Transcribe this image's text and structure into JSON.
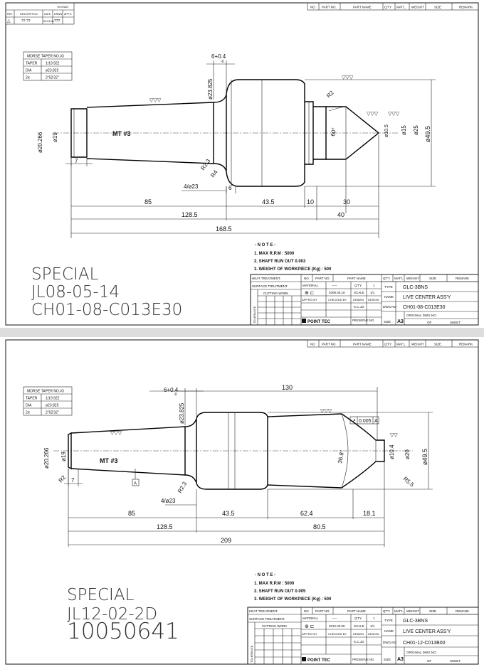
{
  "sheets": [
    {
      "header": {
        "col_no": "NO",
        "col_part_no": "PART NO.",
        "col_part_name": "PART NAME",
        "col_qty": "Q'TY",
        "col_mat": "MAT'L",
        "col_weight": "WEIGHT",
        "col_size": "SIZE",
        "col_remark": "REMARK"
      },
      "revision": {
        "col_rev": "REV",
        "col_desc": "DESCRIPTION",
        "col_date": "DATE",
        "col_drawn": "DRWN",
        "col_appd": "APP'D",
        "top_label": "'09 DWG",
        "row_rev": "△",
        "row_desc": "?? ??",
        "row_date": "09.01.01",
        "row_drawn": "???"
      },
      "taper": {
        "title": "MORSE TAPER NO.#3",
        "rows": [
          [
            "TAPER",
            "1/19.922"
          ],
          [
            "DIA",
            "ø23.825"
          ],
          [
            "2α",
            "2°52'32\""
          ]
        ]
      },
      "dims": {
        "d1": "6+0.4",
        "d1b": "-0",
        "d2": "ø23.825",
        "d3": "ø20.266",
        "d4": "ø19",
        "d5": "7",
        "d6": "R2.3",
        "d7": "R4",
        "d8": "4/ø23",
        "d9": "6",
        "d10": "R2",
        "d11": "60°",
        "d12": "ø10.5",
        "d13": "ø15",
        "d14": "ø25",
        "d15": "ø49.5",
        "mt": "MT #3"
      },
      "lengths": {
        "l1": "85",
        "l2": "43.5",
        "l3": "10",
        "l4": "30",
        "l5": "128.5",
        "l6": "40",
        "l7": "168.5"
      },
      "notes": {
        "title": "- N O T E -",
        "n1": "1. MAX R.P.M : 5000",
        "n2": "2. SHAFT RUN OUT 0.003",
        "n3": "3. WEIGHT OF WORKPIECE (Kg) : 500"
      },
      "special": {
        "l1": "SPECIAL",
        "l2": "JL08-05-14",
        "l3": "CH01-08-C013E30"
      },
      "title": {
        "heat": "HEAT TREATMENT.",
        "surface": "SURFACE TREATMENT.",
        "cutting": "CUTTING WORK",
        "material": "MATERIAL",
        "material_val": "-----",
        "date": "2008.05.15",
        "qty": "Q'TY",
        "qty_val": "1",
        "scale": "SCALE",
        "scale_val": "1/1",
        "type": "TYPE",
        "type_val": "GLC-3BNS",
        "name": "NAME",
        "name_val": "LIVE CENTER ASS'Y",
        "dwgno": "DWG.NO",
        "dwgno_val": "CH01-08-C013E30",
        "appd": "APP'R'D BY",
        "checked": "CHECKED BY",
        "drawn": "DRAWN",
        "design": "DESIGN",
        "kcjo": "K.C.JO",
        "preserve": "PRESERVE NO.",
        "size": "SIZE",
        "size_val": "A3",
        "orig": "ORIGINAL DWG.NO.",
        "of": "OF",
        "sheet": "SHEET",
        "logo": "POINT TEC",
        "side": "TOLERANCE"
      }
    },
    {
      "header": {
        "col_no": "NO",
        "col_part_no": "PART NO.",
        "col_part_name": "PART NAME",
        "col_qty": "Q'TY",
        "col_mat": "MAT'L",
        "col_weight": "WEIGHT",
        "col_size": "SIZE",
        "col_remark": "REMARK"
      },
      "taper": {
        "title": "MORSE TAPER NO.#3",
        "rows": [
          [
            "TAPER",
            "1/19.922"
          ],
          [
            "DIA",
            "ø23.825"
          ],
          [
            "2α",
            "2°52'32\""
          ]
        ]
      },
      "dims": {
        "d1": "6+0.4",
        "d1b": "-0",
        "d2": "ø23.825",
        "d3": "ø20.266",
        "d4": "ø19",
        "d5": "7",
        "d6": "R2.3",
        "d8": "4/ø23",
        "d10": "R2",
        "d11": "36.8°",
        "d12": "ø10.4",
        "d13": "ø20",
        "d15": "ø49.5",
        "d16": "R5.5",
        "d17": "130",
        "tol": "0.005",
        "datum": "A",
        "mt": "MT #3"
      },
      "lengths": {
        "l1": "85",
        "l2": "43.5",
        "l3": "62.4",
        "l4": "18.1",
        "l5": "128.5",
        "l6": "80.5",
        "l7": "209"
      },
      "notes": {
        "title": "- N O T E -",
        "n1": "1. MAX R.P.M : 5000",
        "n2": "2. SHAFT RUN OUT 0.005",
        "n3": "3. WEIGHT OF WORKPIECE (Kg) : 500"
      },
      "special": {
        "l1": "SPECIAL",
        "l2": "JL12-02-2D",
        "l3": "10050641"
      },
      "title": {
        "heat": "HEAT TREATMENT.",
        "surface": "SURFACE TREATMENT.",
        "cutting": "CUTTING WORK",
        "material": "MATERIAL",
        "material_val": "-----",
        "date": "2012.02.06",
        "qty": "Q'TY",
        "qty_val": "1",
        "scale": "SCALE",
        "scale_val": "1/1",
        "type": "TYPE",
        "type_val": "GLC-3BNS",
        "name": "NAME",
        "name_val": "LIVE CENTER ASS'Y",
        "dwgno": "DWG.NO",
        "dwgno_val": "CH01-12-C013B00",
        "appd": "APP'R'D BY",
        "checked": "CHECKED BY",
        "drawn": "DRAWN",
        "design": "DESIGN",
        "kcjo": "K.C.JO",
        "preserve": "PRESERVE NO.",
        "size": "SIZE",
        "size_val": "A3",
        "orig": "ORIGINAL DWG.NO.",
        "of": "OF",
        "sheet": "SHEET",
        "logo": "POINT TEC",
        "side": "TOLERANCE"
      }
    }
  ]
}
